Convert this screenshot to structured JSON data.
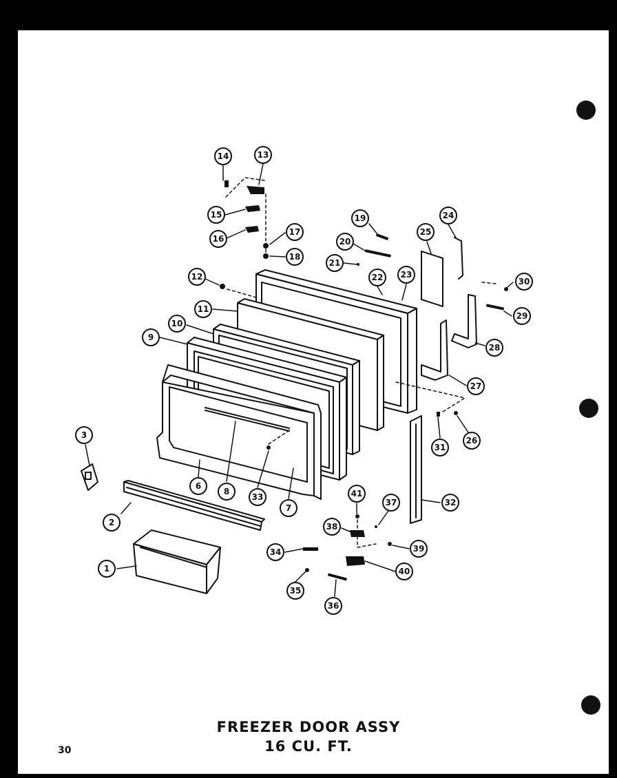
{
  "title": {
    "line1": "FREEZER DOOR ASSY",
    "line2": "16 CU. FT."
  },
  "page_number": "30",
  "callouts": [
    {
      "id": "1",
      "label": "1"
    },
    {
      "id": "2",
      "label": "2"
    },
    {
      "id": "3",
      "label": "3"
    },
    {
      "id": "6",
      "label": "6"
    },
    {
      "id": "7",
      "label": "7"
    },
    {
      "id": "8",
      "label": "8"
    },
    {
      "id": "9",
      "label": "9"
    },
    {
      "id": "10",
      "label": "10"
    },
    {
      "id": "11",
      "label": "11"
    },
    {
      "id": "12",
      "label": "12"
    },
    {
      "id": "13",
      "label": "13"
    },
    {
      "id": "14",
      "label": "14"
    },
    {
      "id": "15",
      "label": "15"
    },
    {
      "id": "16",
      "label": "16"
    },
    {
      "id": "17",
      "label": "17"
    },
    {
      "id": "18",
      "label": "18"
    },
    {
      "id": "19",
      "label": "19"
    },
    {
      "id": "20",
      "label": "20"
    },
    {
      "id": "21",
      "label": "21"
    },
    {
      "id": "22",
      "label": "22"
    },
    {
      "id": "23",
      "label": "23"
    },
    {
      "id": "24",
      "label": "24"
    },
    {
      "id": "25",
      "label": "25"
    },
    {
      "id": "26",
      "label": "26"
    },
    {
      "id": "27",
      "label": "27"
    },
    {
      "id": "28",
      "label": "28"
    },
    {
      "id": "29",
      "label": "29"
    },
    {
      "id": "30",
      "label": "30"
    },
    {
      "id": "31",
      "label": "31"
    },
    {
      "id": "32",
      "label": "32"
    },
    {
      "id": "33",
      "label": "33"
    },
    {
      "id": "34",
      "label": "34"
    },
    {
      "id": "35",
      "label": "35"
    },
    {
      "id": "36",
      "label": "36"
    },
    {
      "id": "37",
      "label": "37"
    },
    {
      "id": "38",
      "label": "38"
    },
    {
      "id": "39",
      "label": "39"
    },
    {
      "id": "40",
      "label": "40"
    },
    {
      "id": "41",
      "label": "41"
    }
  ],
  "colors": {
    "ink": "#111111",
    "paper": "#ffffff",
    "border": "#000000"
  }
}
